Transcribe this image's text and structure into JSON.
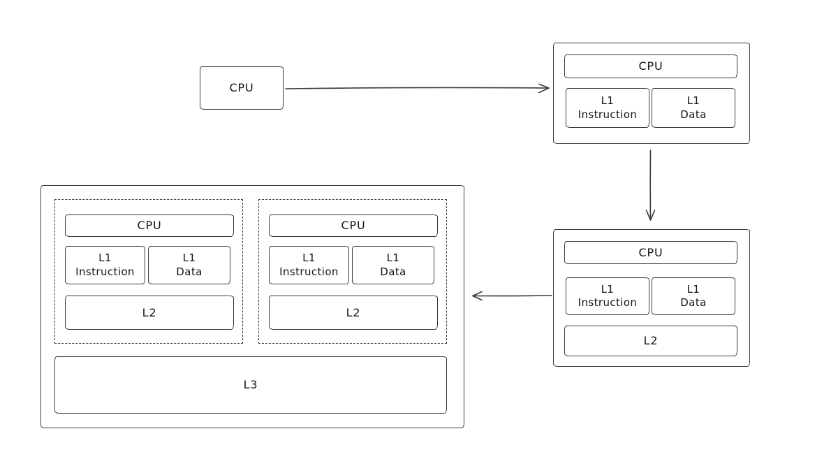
{
  "canvas": {
    "colors": {
      "background": "#ffffff",
      "stroke": "#3a3a3a",
      "ink": "#141414"
    }
  },
  "stage1": {
    "cpu": "CPU"
  },
  "stage2": {
    "cpu": "CPU",
    "l1_instruction": "L1\nInstruction",
    "l1_data": "L1\nData"
  },
  "stage3": {
    "cpu": "CPU",
    "l1_instruction": "L1\nInstruction",
    "l1_data": "L1\nData",
    "l2": "L2"
  },
  "stage4": {
    "modules": [
      {
        "cpu": "CPU",
        "l1_instruction": "L1\nInstruction",
        "l1_data": "L1\nData",
        "l2": "L2"
      },
      {
        "cpu": "CPU",
        "l1_instruction": "L1\nInstruction",
        "l1_data": "L1\nData",
        "l2": "L2"
      }
    ],
    "l3": "L3"
  }
}
